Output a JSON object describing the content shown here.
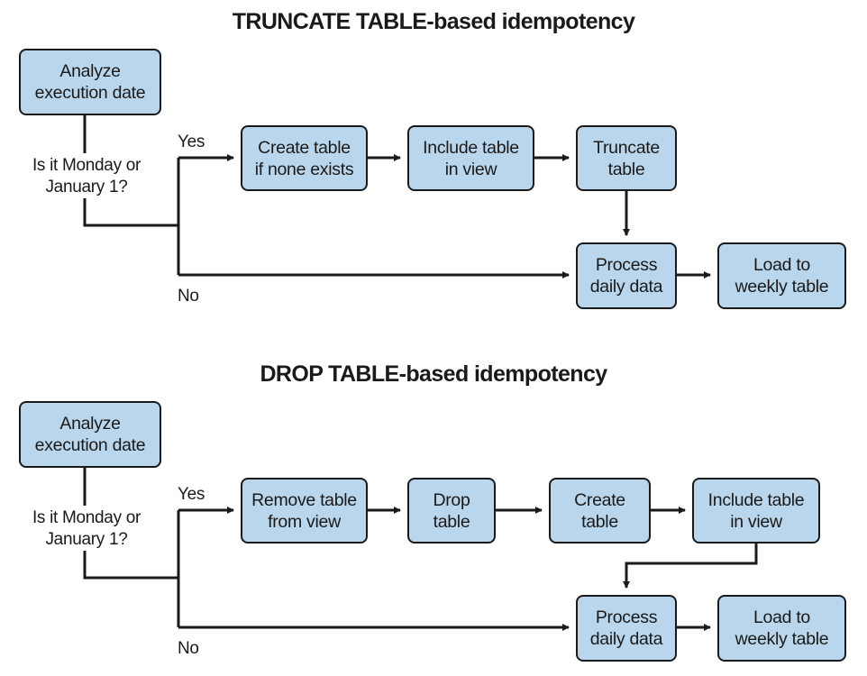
{
  "diagrams": [
    {
      "title": "TRUNCATE TABLE-based idempotency",
      "start": "Analyze\nexecution date",
      "question": "Is it Monday or\nJanuary 1?",
      "yes_label": "Yes",
      "no_label": "No",
      "steps": [
        "Create table\nif none exists",
        "Include table\nin view",
        "Truncate\ntable"
      ],
      "process": "Process\ndaily data",
      "load": "Load to\nweekly table"
    },
    {
      "title": "DROP TABLE-based idempotency",
      "start": "Analyze\nexecution date",
      "question": "Is it Monday or\nJanuary 1?",
      "yes_label": "Yes",
      "no_label": "No",
      "steps": [
        "Remove table\nfrom view",
        "Drop\ntable",
        "Create\ntable",
        "Include table\nin view"
      ],
      "process": "Process\ndaily data",
      "load": "Load to\nweekly table"
    }
  ],
  "colors": {
    "box_fill": "#b9d6ec",
    "stroke": "#1a1a1a"
  }
}
